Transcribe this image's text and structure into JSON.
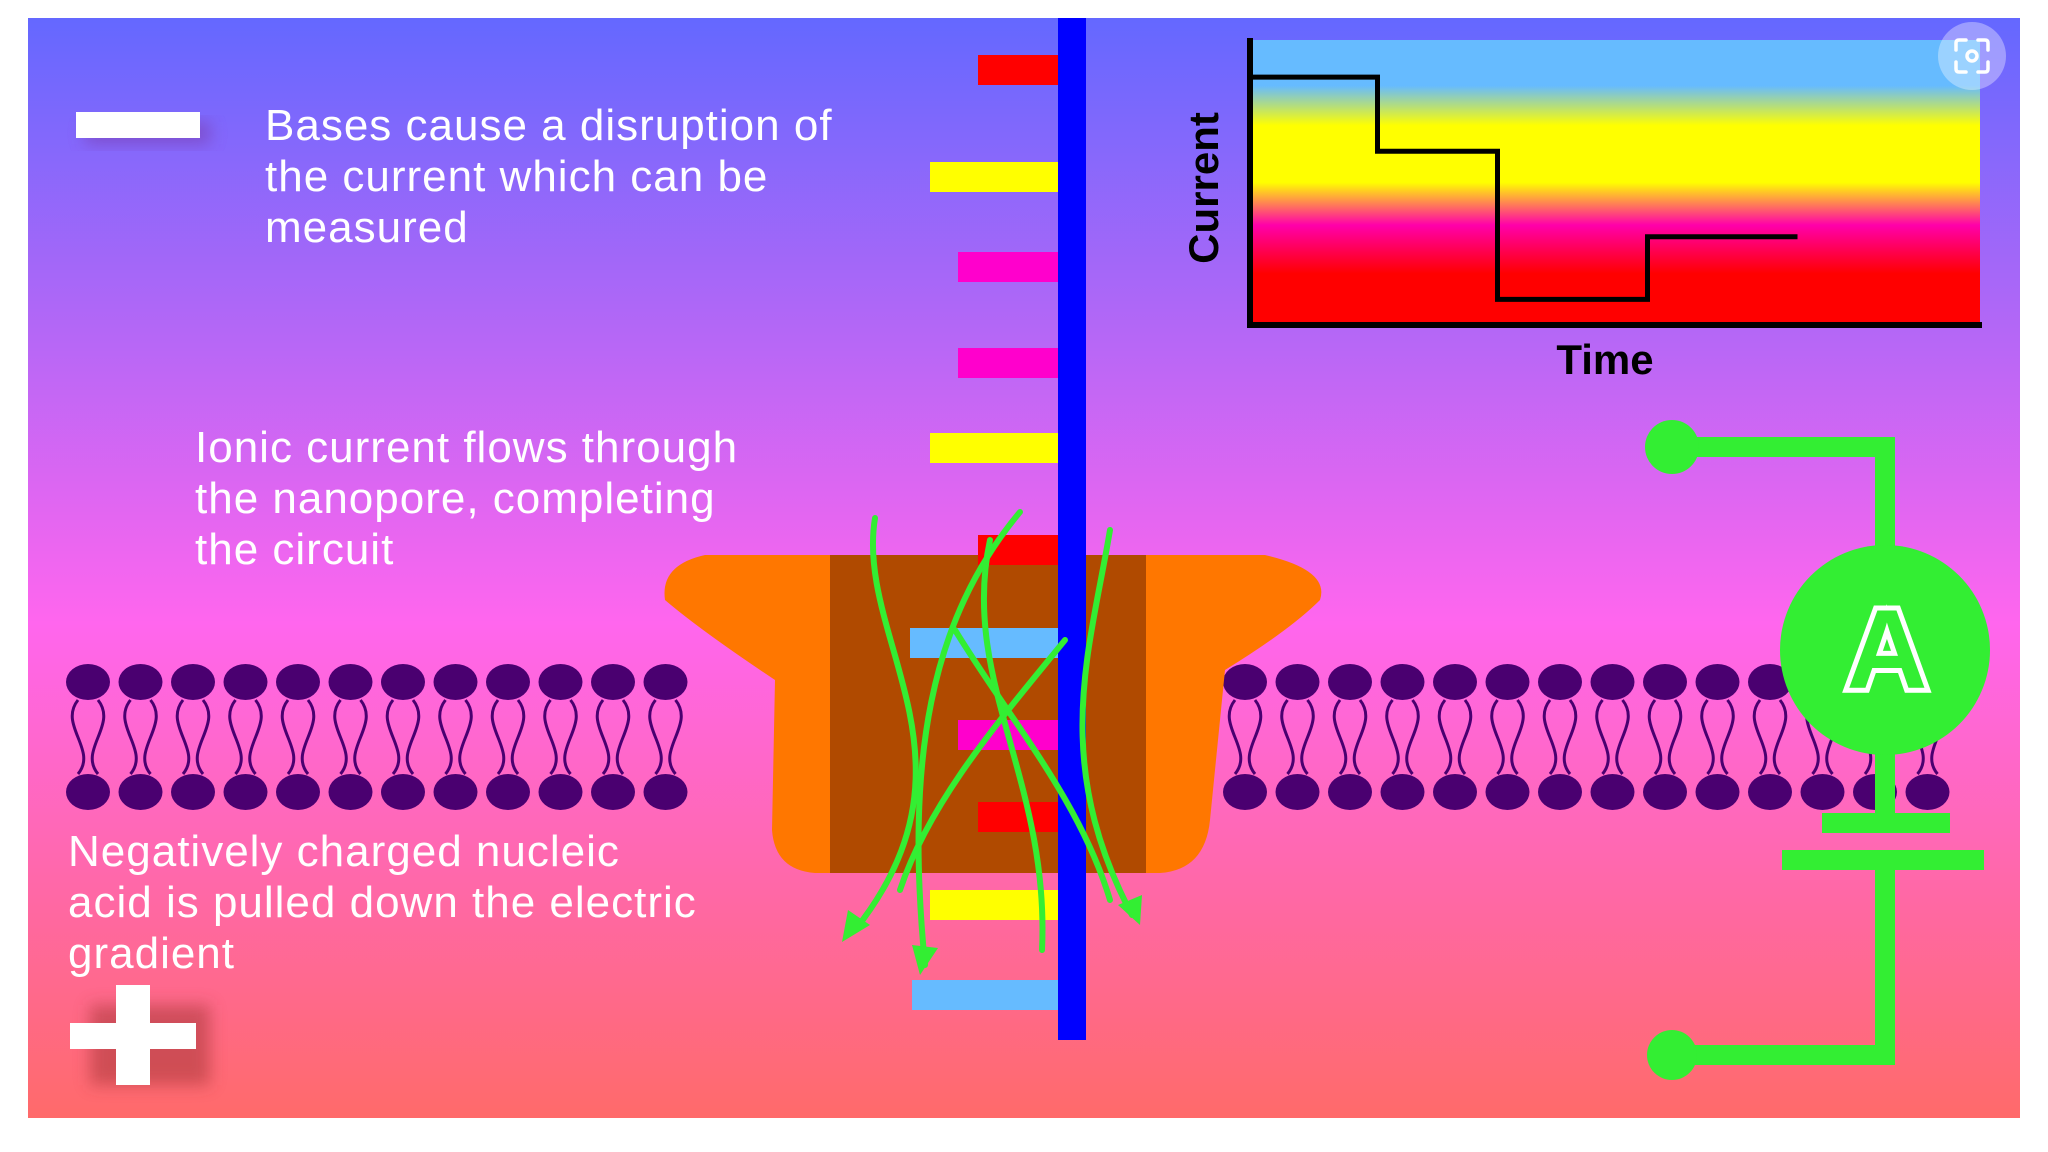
{
  "captions": {
    "disruption": [
      "Bases cause a disruption of",
      "the current which can be",
      "measured"
    ],
    "ionic": [
      "Ionic current flows through",
      "the nanopore, completing",
      "the circuit"
    ],
    "nucleic": [
      "Negatively charged nucleic",
      "acid is pulled down the electric",
      "gradient"
    ]
  },
  "chart_data": {
    "type": "line",
    "xlabel": "Time",
    "ylabel": "Current",
    "x": [
      0,
      0.17,
      0.17,
      0.33,
      0.33,
      0.53,
      0.53,
      0.73
    ],
    "values": [
      0.87,
      0.87,
      0.61,
      0.61,
      0.09,
      0.09,
      0.31,
      0.31
    ],
    "ylim": [
      0,
      1
    ],
    "xlim": [
      0,
      1
    ],
    "ticks": "none",
    "grid": false,
    "background_bands": [
      "#66bbff",
      "#ffff00",
      "#ff00aa",
      "#ff0000"
    ]
  },
  "ammeter": {
    "label": "A"
  },
  "symbols": {
    "negative": "minus",
    "positive": "plus"
  },
  "bases": [
    "red",
    "yellow",
    "magenta",
    "magenta",
    "yellow",
    "red",
    "blue",
    "magenta",
    "red",
    "yellow",
    "blue"
  ],
  "colors": {
    "background_top": "#6468ff",
    "background_mid": "#ff66ee",
    "background_bottom": "#ff6a6a",
    "strand": "#0000ff",
    "base_red": "#ff0000",
    "base_yellow": "#ffff00",
    "base_magenta": "#ff00cc",
    "base_blue": "#66bbff",
    "pore_outer": "#ff7700",
    "pore_inner": "#b04a00",
    "membrane": "#4a0070",
    "circuit": "#33ee33"
  },
  "icons": {
    "lens": "screen-search-icon",
    "ammeter": "ammeter-icon"
  }
}
